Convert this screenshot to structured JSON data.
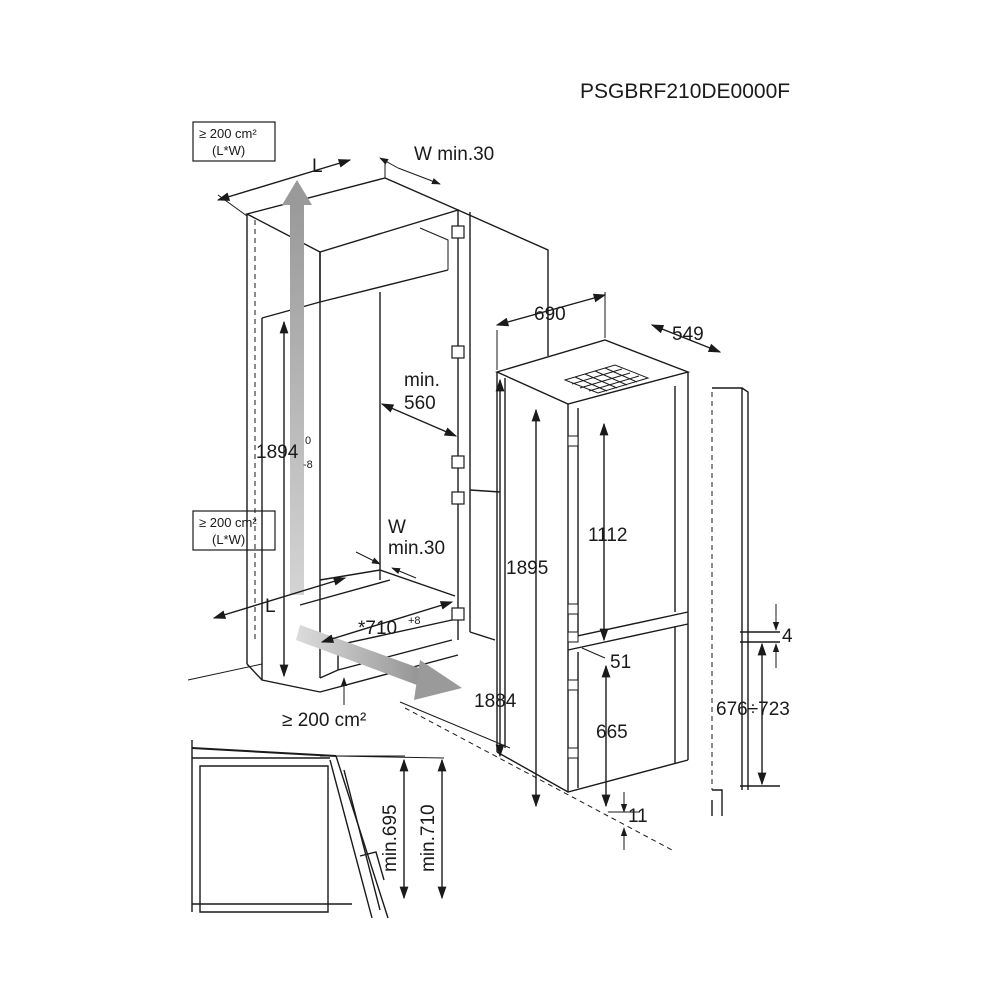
{
  "model_code": "PSGBRF210DE0000F",
  "vent_top": {
    "area": "≥ 200 cm²",
    "formula": "(L*W)"
  },
  "vent_mid": {
    "area": "≥ 200 cm²",
    "formula": "(L*W)"
  },
  "vent_bottom": "≥ 200 cm²",
  "labels": {
    "L_top": "L",
    "W_top": "W min.30",
    "L_bottom": "L",
    "W_mid_W": "W",
    "W_mid_min": "min.30",
    "niche_height": "1894",
    "niche_height_upper": "0",
    "niche_height_lower": "-8",
    "depth_min_a": "min.",
    "depth_min_b": "560",
    "width_710": "*710",
    "width_710_tol": "+8",
    "width_690": "690",
    "depth_549": "549",
    "height_1895": "1895",
    "height_1884": "1884",
    "upper_door": "1112",
    "gap_51": "51",
    "lower_door": "665",
    "bottom_11": "11",
    "rail_4": "4",
    "rail_range": "676÷723",
    "side_min695": "min.695",
    "side_min710": "min.710"
  },
  "colors": {
    "line": "#1a1a1a",
    "arrow_gray": "#a9a9a9",
    "dashed": "#1a1a1a"
  }
}
